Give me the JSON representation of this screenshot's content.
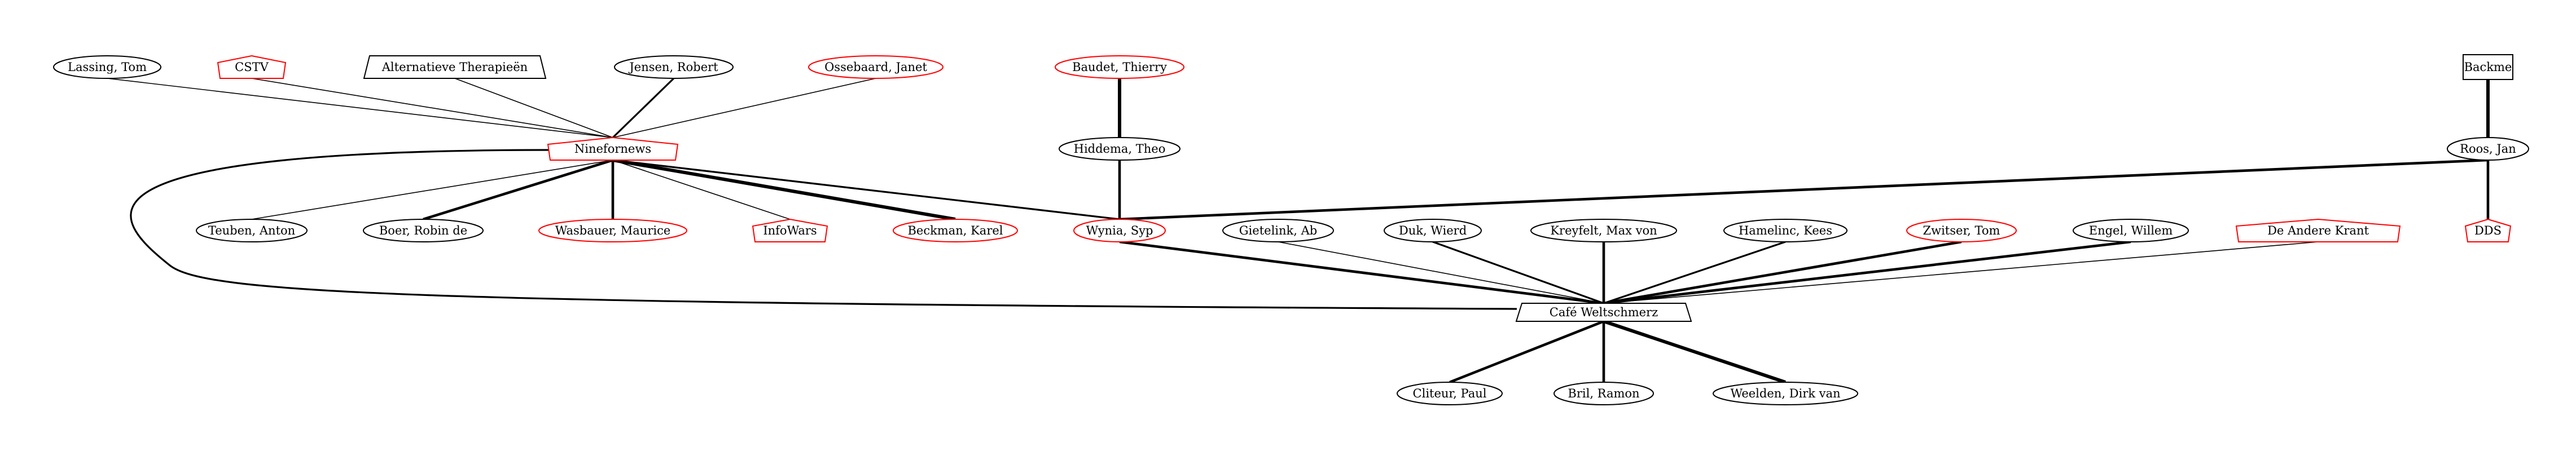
{
  "colors": {
    "black": "#000000",
    "red": "#ff0000",
    "background": "#ffffff"
  },
  "nodes": [
    {
      "id": "lassing",
      "label": "Lassing, Tom",
      "shape": "ellipse",
      "color": "black"
    },
    {
      "id": "cstv",
      "label": "CSTV",
      "shape": "house",
      "color": "red"
    },
    {
      "id": "alt",
      "label": "Alternatieve Therapieën",
      "shape": "trapezium",
      "color": "black"
    },
    {
      "id": "jensen",
      "label": "Jensen, Robert",
      "shape": "ellipse",
      "color": "black"
    },
    {
      "id": "ossebaard",
      "label": "Ossebaard, Janet",
      "shape": "ellipse",
      "color": "red"
    },
    {
      "id": "baudet",
      "label": "Baudet, Thierry",
      "shape": "ellipse",
      "color": "red"
    },
    {
      "id": "backme",
      "label": "Backme",
      "shape": "box",
      "color": "black"
    },
    {
      "id": "ninefornews",
      "label": "Ninefornews",
      "shape": "house",
      "color": "red"
    },
    {
      "id": "hiddema",
      "label": "Hiddema, Theo",
      "shape": "ellipse",
      "color": "black"
    },
    {
      "id": "roos",
      "label": "Roos, Jan",
      "shape": "ellipse",
      "color": "black"
    },
    {
      "id": "teuben",
      "label": "Teuben, Anton",
      "shape": "ellipse",
      "color": "black"
    },
    {
      "id": "boer",
      "label": "Boer, Robin de",
      "shape": "ellipse",
      "color": "black"
    },
    {
      "id": "wasbauer",
      "label": "Wasbauer, Maurice",
      "shape": "ellipse",
      "color": "red"
    },
    {
      "id": "infowars",
      "label": "InfoWars",
      "shape": "house",
      "color": "red"
    },
    {
      "id": "beckman",
      "label": "Beckman, Karel",
      "shape": "ellipse",
      "color": "red"
    },
    {
      "id": "wynia",
      "label": "Wynia, Syp",
      "shape": "ellipse",
      "color": "red"
    },
    {
      "id": "gietelink",
      "label": "Gietelink, Ab",
      "shape": "ellipse",
      "color": "black"
    },
    {
      "id": "duk",
      "label": "Duk, Wierd",
      "shape": "ellipse",
      "color": "black"
    },
    {
      "id": "kreyfelt",
      "label": "Kreyfelt, Max von",
      "shape": "ellipse",
      "color": "black"
    },
    {
      "id": "hamelinc",
      "label": "Hamelinc, Kees",
      "shape": "ellipse",
      "color": "black"
    },
    {
      "id": "zwitser",
      "label": "Zwitser, Tom",
      "shape": "ellipse",
      "color": "red"
    },
    {
      "id": "engel",
      "label": "Engel, Willem",
      "shape": "ellipse",
      "color": "black"
    },
    {
      "id": "andere",
      "label": "De Andere Krant",
      "shape": "house",
      "color": "red"
    },
    {
      "id": "dds",
      "label": "DDS",
      "shape": "house",
      "color": "red"
    },
    {
      "id": "cafe",
      "label": "Café Weltschmerz",
      "shape": "trapezium",
      "color": "black"
    },
    {
      "id": "cliteur",
      "label": "Cliteur, Paul",
      "shape": "ellipse",
      "color": "black"
    },
    {
      "id": "bril",
      "label": "Bril, Ramon",
      "shape": "ellipse",
      "color": "black"
    },
    {
      "id": "weelden",
      "label": "Weelden, Dirk van",
      "shape": "ellipse",
      "color": "black"
    }
  ],
  "edges": [
    {
      "from": "lassing",
      "to": "ninefornews",
      "weight": 1
    },
    {
      "from": "cstv",
      "to": "ninefornews",
      "weight": 1
    },
    {
      "from": "alt",
      "to": "ninefornews",
      "weight": 1
    },
    {
      "from": "jensen",
      "to": "ninefornews",
      "weight": 2
    },
    {
      "from": "ossebaard",
      "to": "ninefornews",
      "weight": 1
    },
    {
      "from": "ninefornews",
      "to": "teuben",
      "weight": 1
    },
    {
      "from": "ninefornews",
      "to": "boer",
      "weight": 3
    },
    {
      "from": "ninefornews",
      "to": "wasbauer",
      "weight": 3
    },
    {
      "from": "ninefornews",
      "to": "infowars",
      "weight": 1
    },
    {
      "from": "ninefornews",
      "to": "beckman",
      "weight": 4
    },
    {
      "from": "ninefornews",
      "to": "wynia",
      "weight": 2
    },
    {
      "from": "ninefornews",
      "to": "cafe",
      "weight": 2
    },
    {
      "from": "baudet",
      "to": "hiddema",
      "weight": 4
    },
    {
      "from": "hiddema",
      "to": "wynia",
      "weight": 3
    },
    {
      "from": "backme",
      "to": "roos",
      "weight": 4
    },
    {
      "from": "roos",
      "to": "wynia",
      "weight": 3
    },
    {
      "from": "roos",
      "to": "dds",
      "weight": 3
    },
    {
      "from": "wynia",
      "to": "cafe",
      "weight": 3
    },
    {
      "from": "gietelink",
      "to": "cafe",
      "weight": 1
    },
    {
      "from": "duk",
      "to": "cafe",
      "weight": 2
    },
    {
      "from": "kreyfelt",
      "to": "cafe",
      "weight": 3
    },
    {
      "from": "hamelinc",
      "to": "cafe",
      "weight": 2
    },
    {
      "from": "zwitser",
      "to": "cafe",
      "weight": 3
    },
    {
      "from": "engel",
      "to": "cafe",
      "weight": 3
    },
    {
      "from": "andere",
      "to": "cafe",
      "weight": 1
    },
    {
      "from": "cafe",
      "to": "cliteur",
      "weight": 3
    },
    {
      "from": "cafe",
      "to": "bril",
      "weight": 3
    },
    {
      "from": "cafe",
      "to": "weelden",
      "weight": 4
    }
  ]
}
